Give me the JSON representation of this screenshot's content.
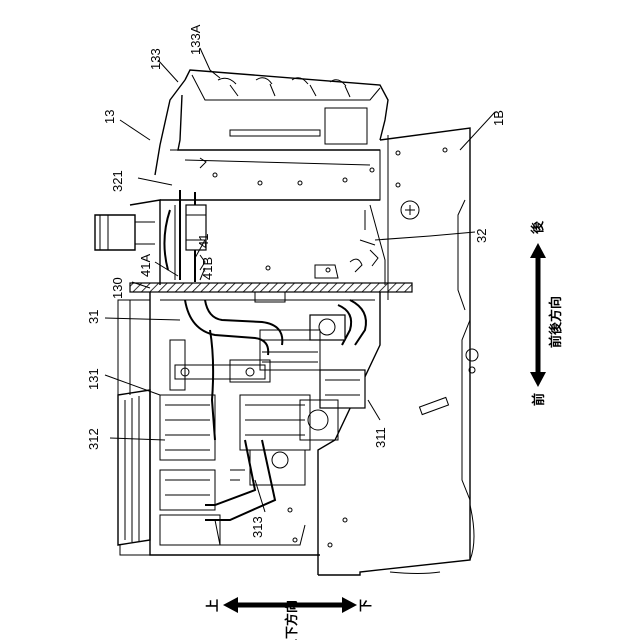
{
  "labels": {
    "l13": "13",
    "l133": "133",
    "l133A": "133A",
    "l1B": "1B",
    "l321": "321",
    "l32": "32",
    "l41": "41",
    "l41A": "41A",
    "l41B": "41B",
    "l130": "130",
    "l31": "31",
    "l131": "131",
    "l312": "312",
    "l311": "311",
    "l313": "313"
  },
  "directions": {
    "front": "前",
    "rear": "後",
    "front_rear": "前後方向",
    "up": "上",
    "down": "下",
    "up_down": "上下方向"
  }
}
